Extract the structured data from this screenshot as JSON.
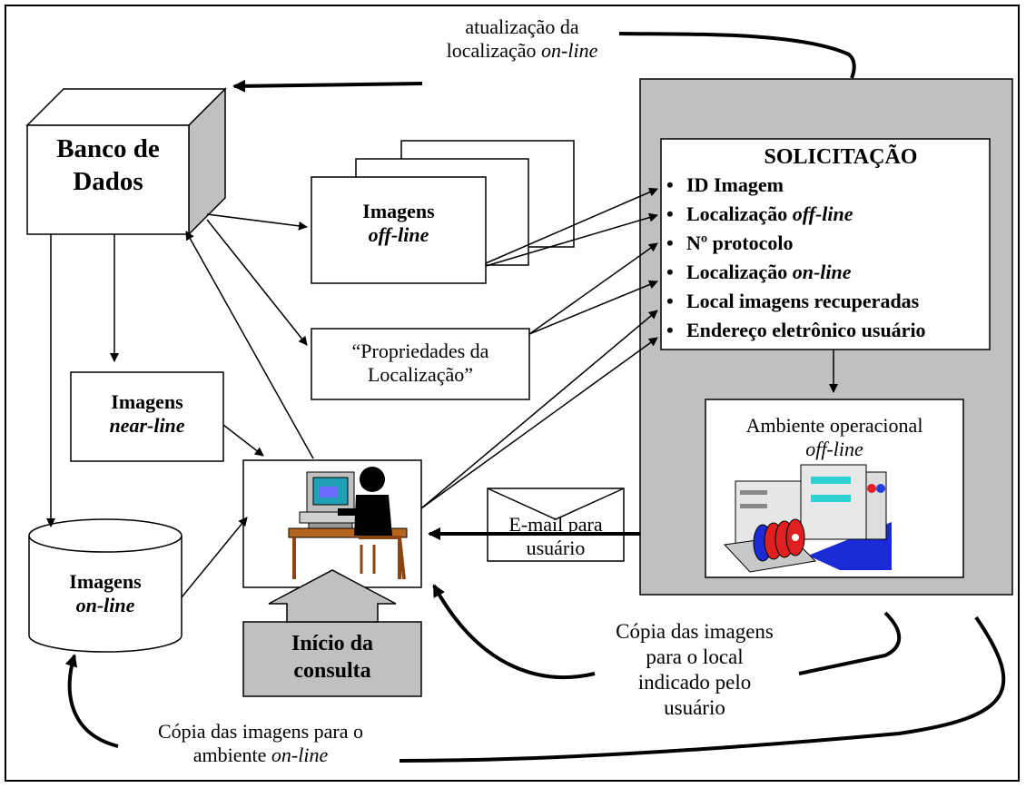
{
  "top_note": {
    "line1": "atualização da",
    "line2a": "localização ",
    "line2b": "on-line"
  },
  "database": {
    "line1": "Banco de",
    "line2": "Dados"
  },
  "offline_images": {
    "line1": "Imagens",
    "line2": "off-line"
  },
  "properties": {
    "line1": "“Propriedades da",
    "line2": "Localização”"
  },
  "nearline_images": {
    "line1": "Imagens",
    "line2": "near-line"
  },
  "online_images": {
    "line1": "Imagens",
    "line2": "on-line"
  },
  "request": {
    "title": "SOLICITAÇÃO",
    "bullet": "•",
    "items": [
      {
        "text": "ID Imagem",
        "em": ""
      },
      {
        "text": "Localização ",
        "em": "off-line"
      },
      {
        "text": "Nº protocolo",
        "em": ""
      },
      {
        "text": "Localização ",
        "em": "on-line"
      },
      {
        "text": "Local imagens recuperadas",
        "em": ""
      },
      {
        "text": "Endereço eletrônico usuário",
        "em": ""
      }
    ]
  },
  "operational": {
    "line1": "Ambiente operacional",
    "line2": "off-line"
  },
  "email": {
    "line1": "E-mail para",
    "line2": "usuário"
  },
  "start": {
    "line1": "Início da",
    "line2": "consulta"
  },
  "copy_local": {
    "line1": "Cópia das imagens",
    "line2": "para o local",
    "line3": "indicado pelo",
    "line4": "usuário"
  },
  "copy_online": {
    "line1": "Cópia das imagens para o",
    "line2a": "ambiente ",
    "line2b": "on-line"
  },
  "colors": {
    "panel": "#c0c0c0",
    "start_box": "#c0c0c0",
    "stroke": "#000000"
  }
}
